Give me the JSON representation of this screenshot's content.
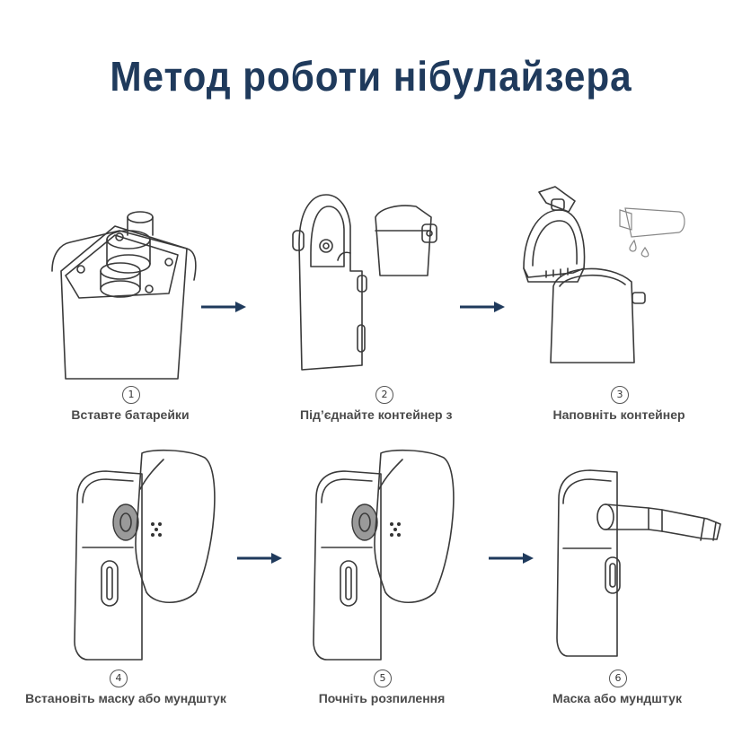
{
  "title": "Метод роботи нібулайзера",
  "colors": {
    "title": "#1f3a5c",
    "arrow": "#1f3a5c",
    "caption": "#4a4a4a"
  },
  "steps": [
    {
      "number": "1",
      "caption": "Вставте батарейки"
    },
    {
      "number": "2",
      "caption": "Під’єднайте контейнер з"
    },
    {
      "number": "3",
      "caption": "Наповніть контейнер"
    },
    {
      "number": "4",
      "caption": "Встановіть маску або мундштук"
    },
    {
      "number": "5",
      "caption": "Почніть розпилення"
    },
    {
      "number": "6",
      "caption": "Маска або мундштук"
    }
  ]
}
